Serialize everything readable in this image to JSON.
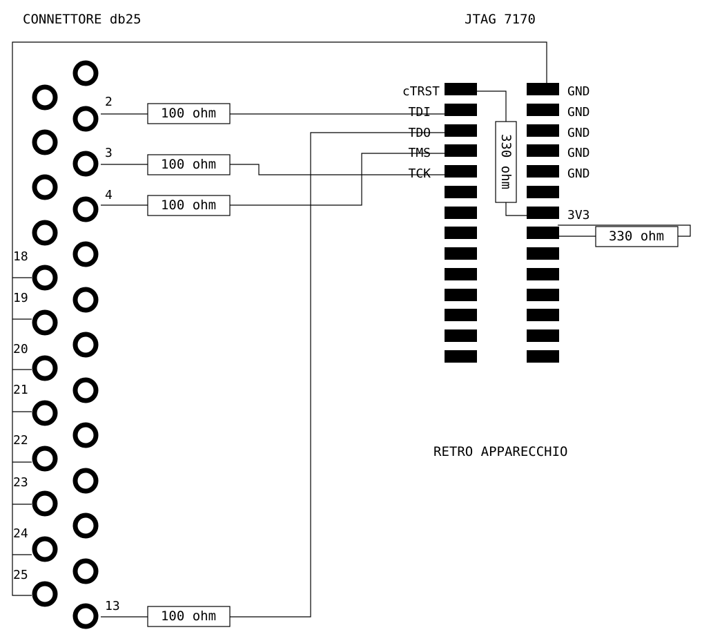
{
  "titles": {
    "db25": "CONNETTORE db25",
    "jtag": "JTAG 7170",
    "back": "RETRO APPARECCHIO"
  },
  "db25_pin_labels": {
    "p2": "2",
    "p3": "3",
    "p4": "4",
    "p13": "13",
    "p18": "18",
    "p19": "19",
    "p20": "20",
    "p21": "21",
    "p22": "22",
    "p23": "23",
    "p24": "24",
    "p25": "25"
  },
  "resistors": {
    "r_tdi": "100 ohm",
    "r_tms": "100 ohm",
    "r_tck": "100 ohm",
    "r_tdo": "100 ohm",
    "r_trst": "330 ohm",
    "r_pullup": "330 ohm"
  },
  "jtag_left_labels": [
    "cTRST",
    "TDI",
    "TDO",
    "TMS",
    "TCK"
  ],
  "jtag_right_labels": [
    "GND",
    "GND",
    "GND",
    "GND",
    "GND",
    "3V3"
  ]
}
